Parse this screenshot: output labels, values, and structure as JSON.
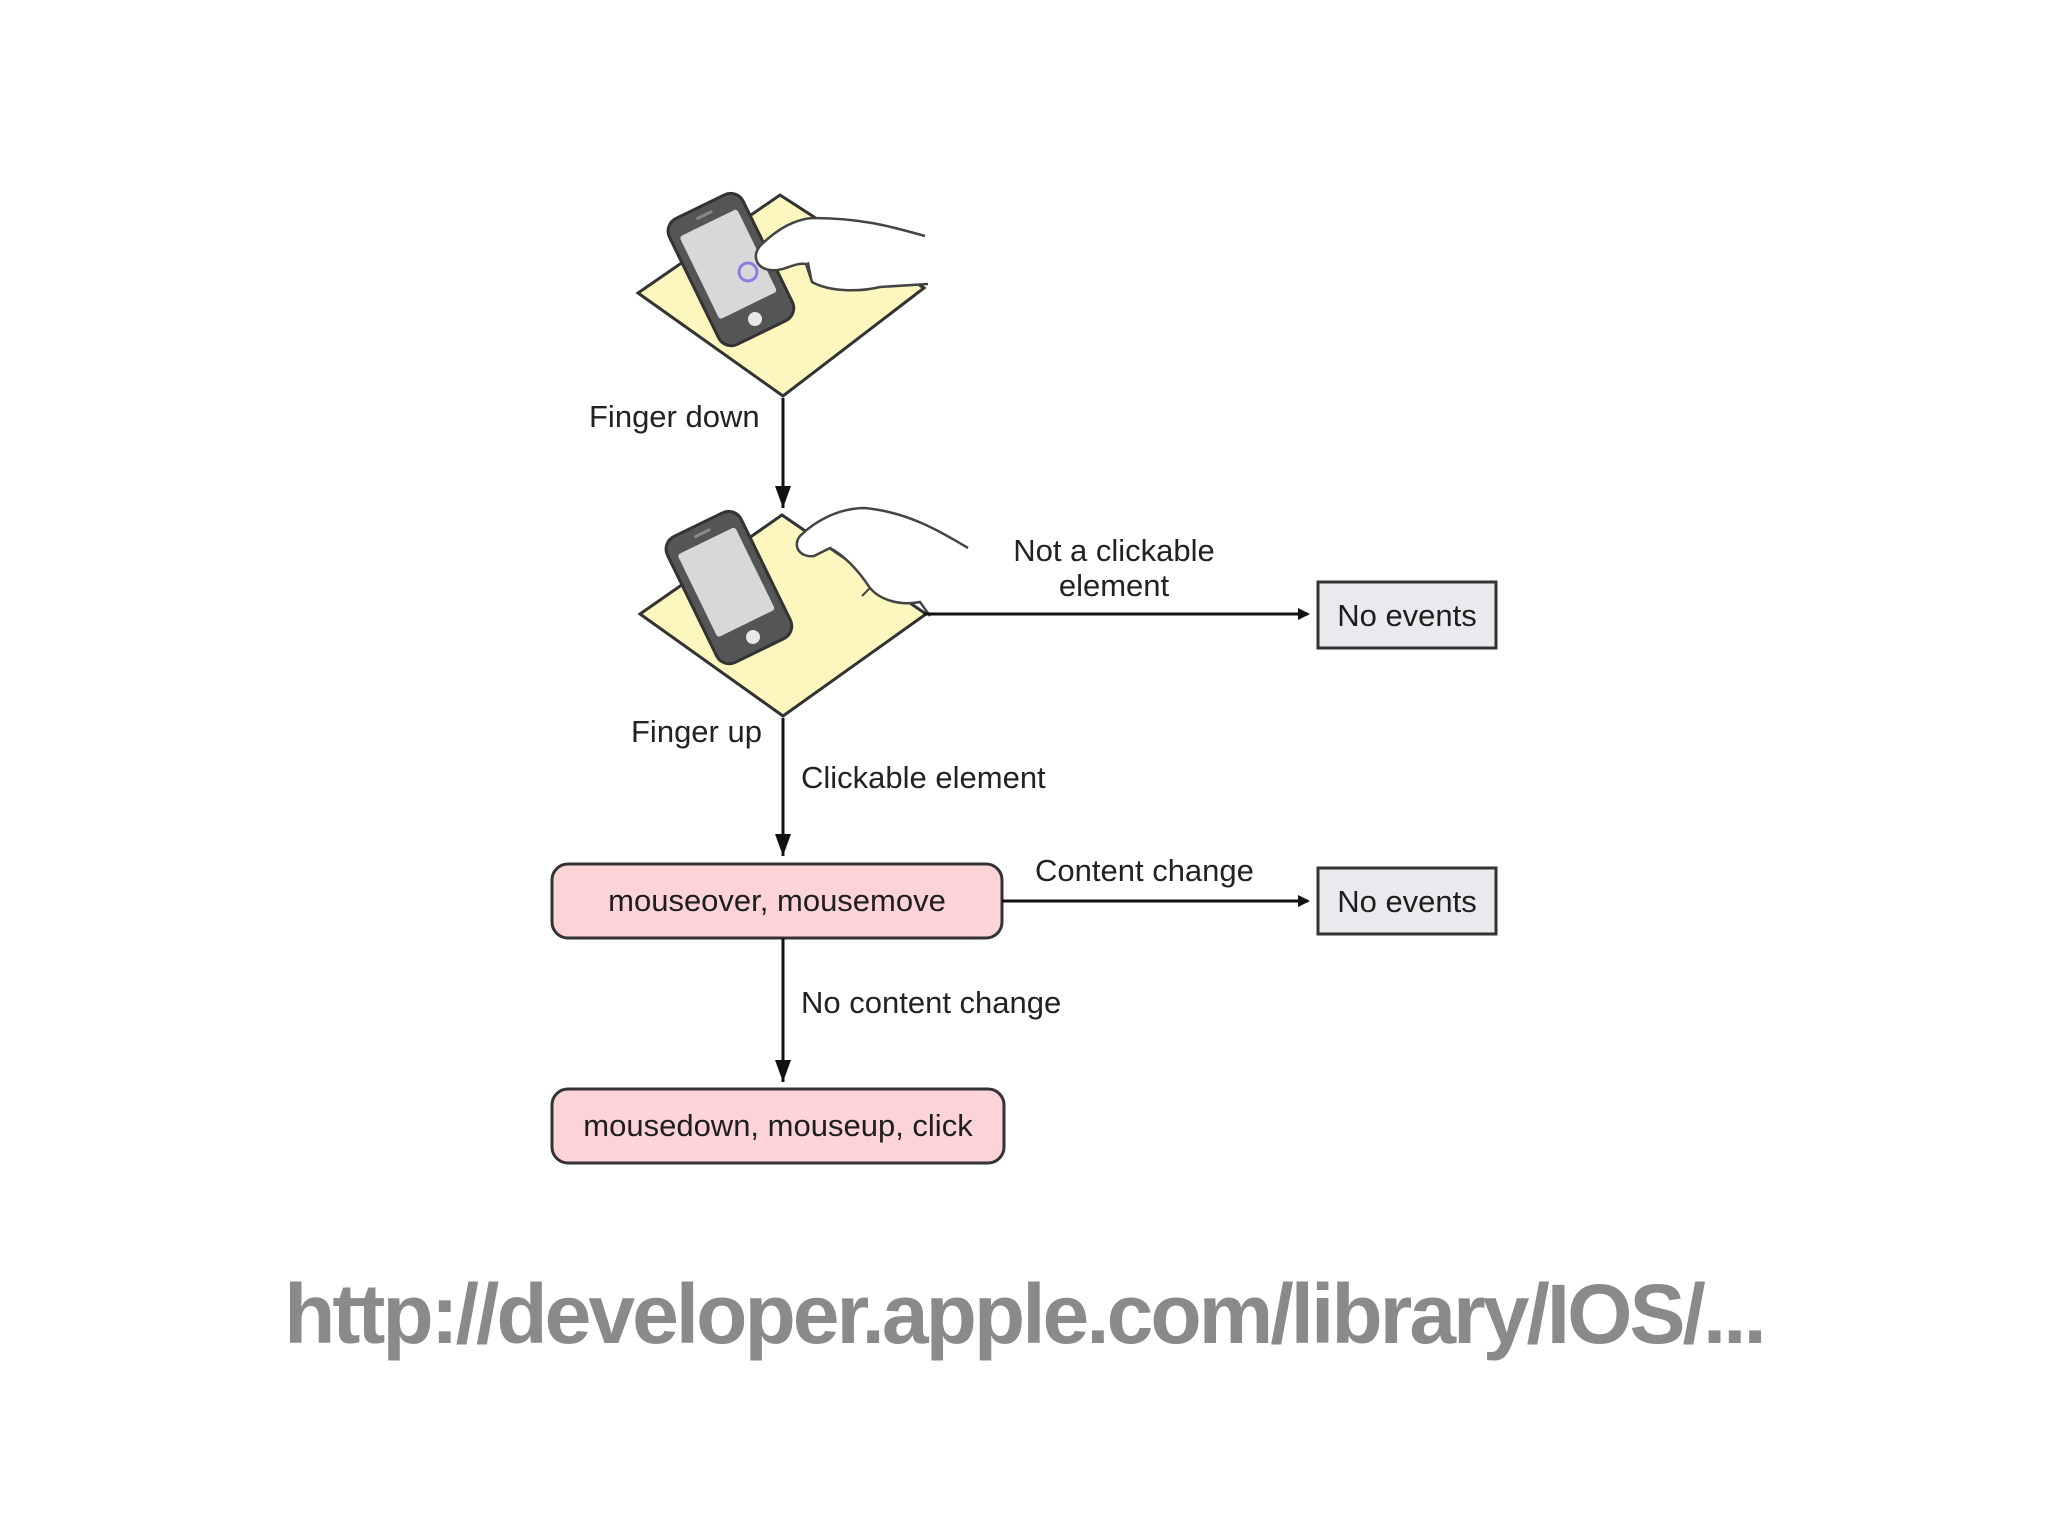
{
  "diagram": {
    "edge_labels": {
      "finger_down": "Finger down",
      "finger_up": "Finger up",
      "not_clickable_line1": "Not a clickable",
      "not_clickable_line2": "element",
      "clickable_element": "Clickable element",
      "content_change": "Content change",
      "no_content_change": "No content change"
    },
    "nodes": {
      "no_events_1": "No events",
      "no_events_2": "No events",
      "mouseover_mousemove": "mouseover, mousemove",
      "mousedown_mouseup_click": "mousedown, mouseup, click"
    },
    "icons": [
      "tap-phone-icon",
      "lift-finger-phone-icon"
    ]
  },
  "footer": {
    "url": "http://developer.apple.com/library/IOS/..."
  },
  "colors": {
    "diamond_fill": "#fbf7bf",
    "event_box_fill": "#fcd4d8",
    "no_event_box_fill": "#ebe9ee",
    "footer_text": "#8a8a8a"
  }
}
